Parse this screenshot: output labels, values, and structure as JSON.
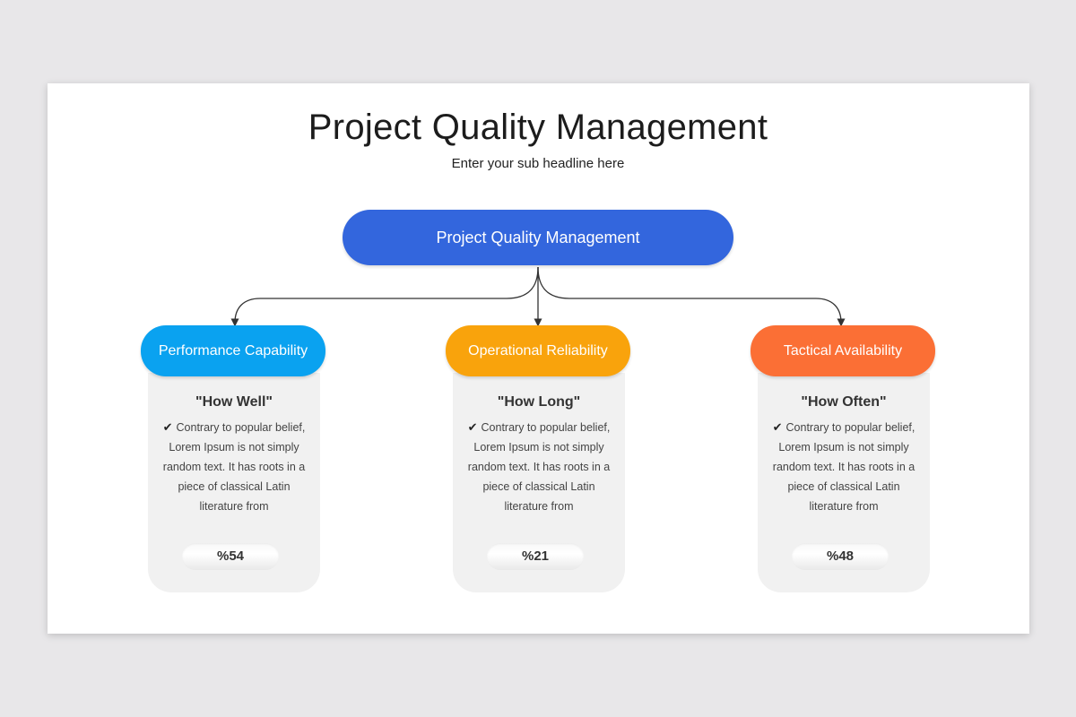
{
  "title": "Project Quality Management",
  "subtitle": "Enter your sub headline here",
  "root": {
    "label": "Project Quality Management",
    "color": "#3366dd"
  },
  "cards": [
    {
      "label": "Performance Capability",
      "color": "#0aa2f0",
      "heading": "\"How Well\"",
      "body": "Contrary to popular belief, Lorem Ipsum is not simply random text.  It has roots in a piece  of classical Latin literature from",
      "percent": "%54"
    },
    {
      "label": "Operational Reliability",
      "color": "#f9a30c",
      "heading": "\"How Long\"",
      "body": "Contrary to popular belief, Lorem Ipsum is not simply random text.  It has roots in a piece  of classical Latin literature from",
      "percent": "%21"
    },
    {
      "label": "Tactical Availability",
      "color": "#fb6f35",
      "heading": "\"How Often\"",
      "body": "Contrary to popular belief, Lorem Ipsum is not simply random text.  It has roots in a piece  of classical Latin literature from",
      "percent": "%48"
    }
  ],
  "icons": {
    "check": "check-icon"
  }
}
